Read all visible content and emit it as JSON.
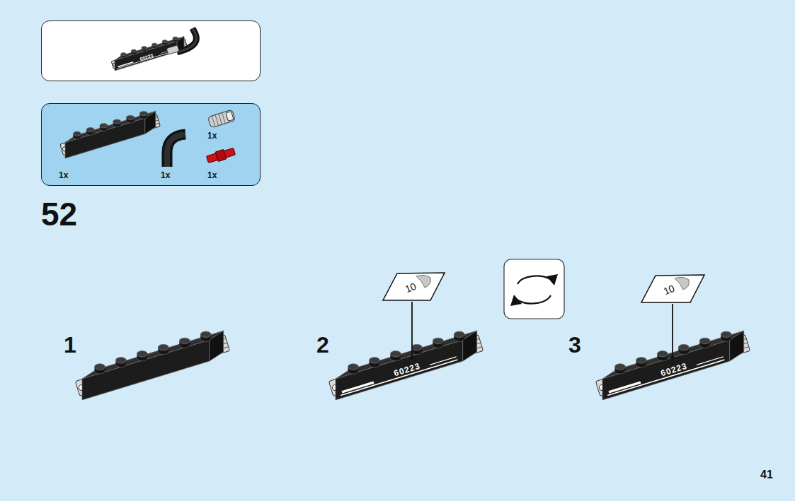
{
  "diagram": {
    "nodes": [
      {
        "text": [
          "60223"
        ]
      },
      {
        "text": [
          "1x",
          "1x",
          "1x",
          "1x"
        ]
      },
      {
        "text": [
          "10"
        ]
      },
      {
        "text": [
          "10"
        ]
      }
    ],
    "labels": [
      "52",
      "1",
      "2",
      "60223",
      "3",
      "60223",
      "41"
    ]
  }
}
